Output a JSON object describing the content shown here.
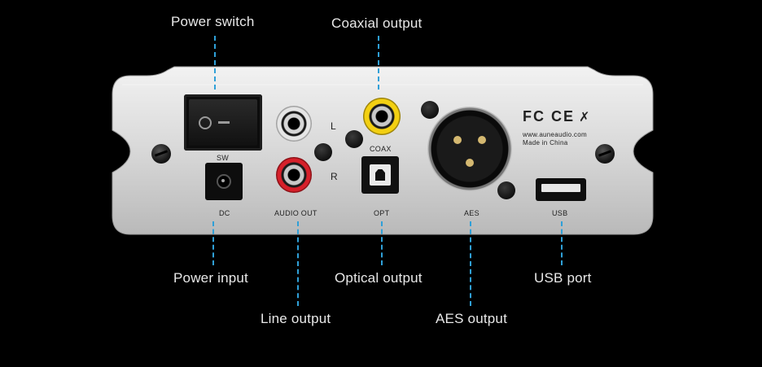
{
  "callouts": {
    "power_switch": "Power switch",
    "coaxial_output": "Coaxial output",
    "power_input": "Power input",
    "optical_output": "Optical output",
    "usb_port": "USB port",
    "line_output": "Line output",
    "aes_output": "AES output"
  },
  "panel": {
    "sw": "SW",
    "dc": "DC",
    "audio_out": "AUDIO OUT",
    "coax": "COAX",
    "opt": "OPT",
    "aes": "AES",
    "usb": "USB",
    "left": "L",
    "right": "R",
    "website": "www.auneaudio.com",
    "made_in": "Made in China",
    "certification_marks": "FC CE"
  },
  "colors": {
    "background": "#000000",
    "leader_line": "#2fa0d8",
    "panel": "#d9d9d9",
    "rca_white_ring": "#e6e6e6",
    "rca_red_ring": "#d6202a",
    "rca_yellow_ring": "#f3d012"
  }
}
